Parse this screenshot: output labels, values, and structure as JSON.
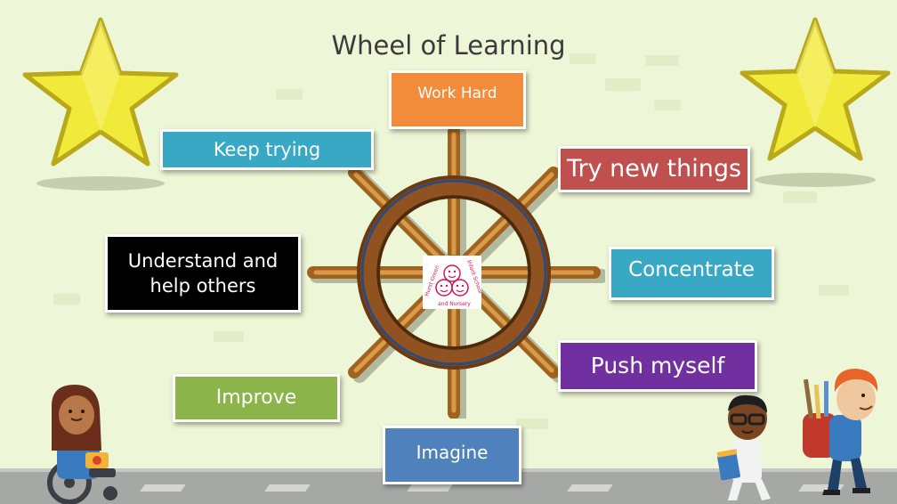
{
  "title": "Wheel of Learning",
  "labels": {
    "work_hard": "Work Hard",
    "keep_trying": "Keep trying",
    "try_new_things": "Try new things",
    "understand_line1": "Understand and",
    "understand_line2": "help others",
    "concentrate": "Concentrate",
    "push_myself": "Push myself",
    "improve": "Improve",
    "imagine": "Imagine"
  },
  "logo": {
    "line1": "Hurst Green",
    "line2": "Infant School",
    "line3": "and Nursery"
  },
  "colors": {
    "background": "#edf6d6",
    "work_hard": "#f28c3a",
    "keep_trying": "#38a8c4",
    "try_new_things": "#c0504d",
    "understand": "#000000",
    "concentrate": "#38a8c4",
    "push_myself": "#7030a0",
    "improve": "#8bb54a",
    "imagine": "#4f81bd",
    "star": "#f2ea3a",
    "wheel_wood": "#8a4f1e"
  },
  "icons": [
    "star-icon",
    "ships-wheel-icon",
    "school-logo-icon",
    "child-wheelchair-illustration",
    "child-books-illustration",
    "child-backpack-illustration"
  ]
}
